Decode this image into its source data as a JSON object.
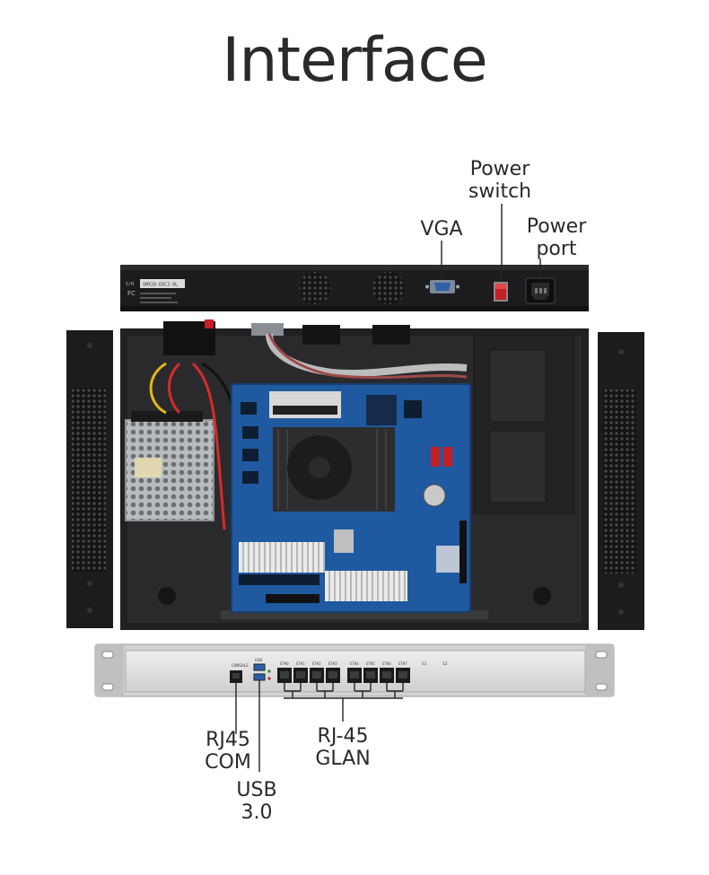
{
  "title": "Interface",
  "labels": {
    "power_switch_line1": "Power",
    "power_switch_line2": "switch",
    "power_port_line1": "Power",
    "power_port_line2": "port",
    "vga": "VGA",
    "rj45_com_line1": "RJ45",
    "rj45_com_line2": "COM",
    "usb_line1": "USB",
    "usb_line2": "3.0",
    "rj45_glan_line1": "RJ-45",
    "rj45_glan_line2": "GLAN"
  },
  "back_panel": {
    "sn_prefix": "S/N",
    "sn_value": "SMX20-E6C3-9L"
  },
  "front_panel": {
    "console": "CONSOLE",
    "usb": "USB",
    "ports": [
      "ETH0",
      "ETH1",
      "ETH2",
      "ETH3",
      "ETH4",
      "ETH5",
      "ETH6",
      "ETH7"
    ],
    "s1": "S1",
    "s2": "S2"
  },
  "colors": {
    "chassis": "#1c1c1e",
    "board": "#1f5aa0",
    "front_face": "#dcdcdc",
    "switch_red": "#c3202a",
    "vga_blue": "#2f5fa8"
  }
}
